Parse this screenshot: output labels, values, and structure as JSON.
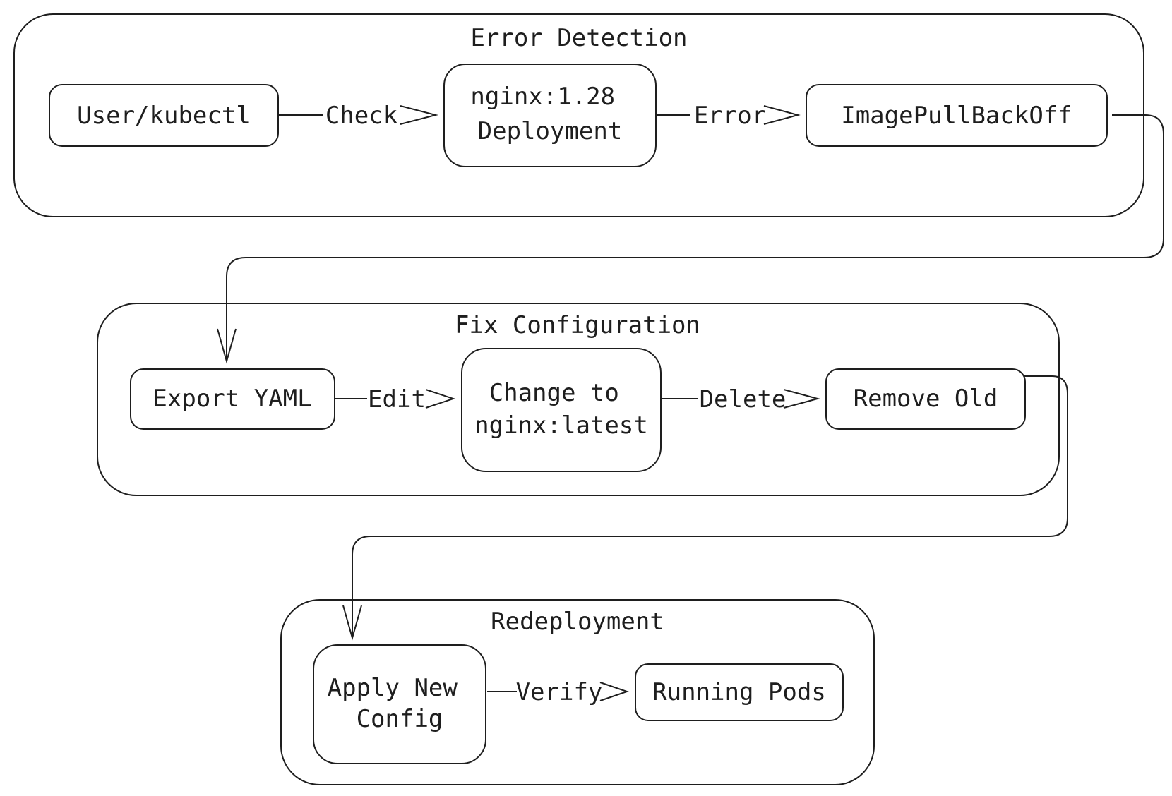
{
  "groups": {
    "error_detection": {
      "title": "Error Detection"
    },
    "fix_configuration": {
      "title": "Fix Configuration"
    },
    "redeployment": {
      "title": "Redeployment"
    }
  },
  "nodes": {
    "user_kubectl": {
      "lines": [
        "User/kubectl"
      ]
    },
    "nginx_deployment": {
      "lines": [
        "nginx:1.28",
        "Deployment"
      ]
    },
    "image_pull_backoff": {
      "lines": [
        "ImagePullBackOff"
      ]
    },
    "export_yaml": {
      "lines": [
        "Export YAML"
      ]
    },
    "change_to_latest": {
      "lines": [
        "Change to",
        "nginx:latest"
      ]
    },
    "remove_old": {
      "lines": [
        "Remove Old"
      ]
    },
    "apply_new_config": {
      "lines": [
        "Apply New",
        "Config"
      ]
    },
    "running_pods": {
      "lines": [
        "Running Pods"
      ]
    }
  },
  "edges": {
    "check": {
      "label": "Check"
    },
    "error": {
      "label": "Error"
    },
    "edit": {
      "label": "Edit"
    },
    "delete": {
      "label": "Delete"
    },
    "verify": {
      "label": "Verify"
    }
  }
}
